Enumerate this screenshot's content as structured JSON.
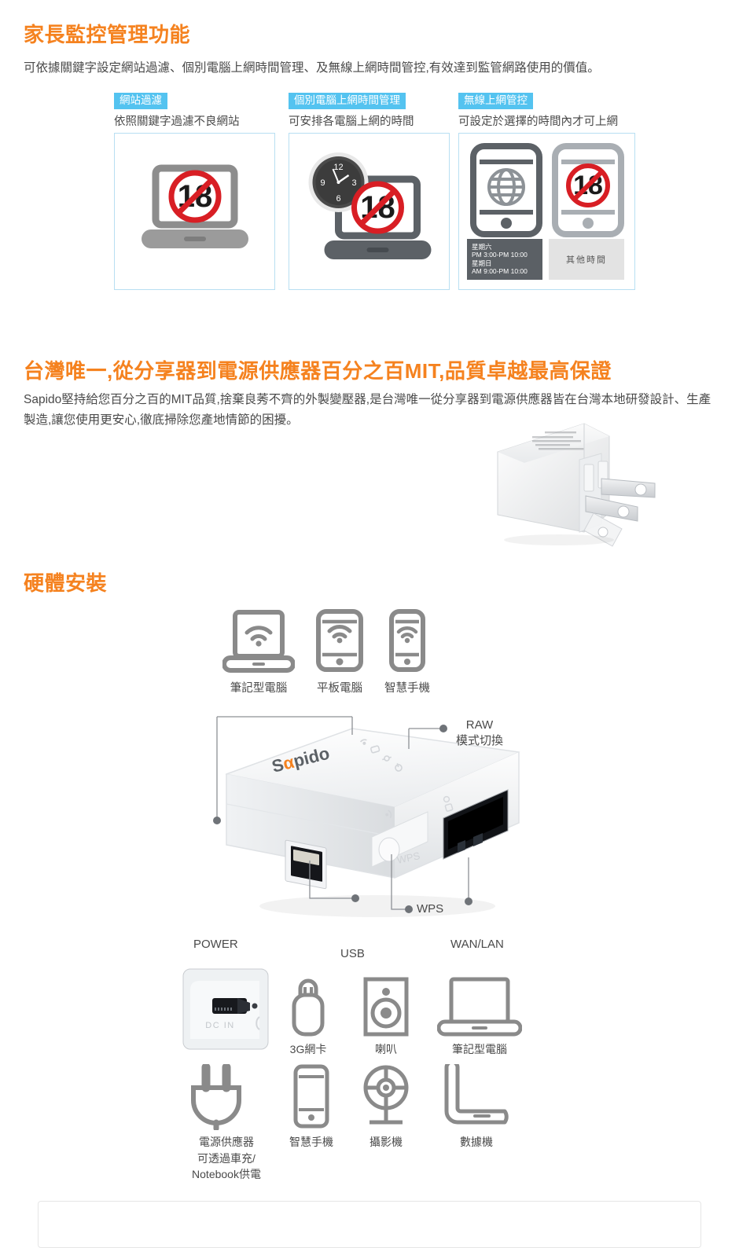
{
  "parental": {
    "title": "家長監控管理功能",
    "lead": "可依據關鍵字設定網站過濾、個別電腦上網時間管理、及無線上網時間管控,有效達到監管網路使用的價值。",
    "badge_color": "#54C3F0",
    "panels": [
      {
        "badge": "網站過濾",
        "caption": "依照關鍵字過濾不良網站",
        "icon": "laptop-blocked-18-icon"
      },
      {
        "badge": "個別電腦上網時間管理",
        "caption": "可安排各電腦上網的時間",
        "icon": "clock-laptop-blocked-18-icon"
      },
      {
        "badge": "無線上網管控",
        "caption": "可設定於選擇的時間內才可上網",
        "icon": "tablet-globe-and-tablet-blocked-icon"
      }
    ],
    "schedule": {
      "allowed": [
        "星期六",
        "PM 3:00-PM 10:00",
        "星期日",
        "AM 9:00-PM 10:00"
      ],
      "blocked_label": "其他時間"
    }
  },
  "mit": {
    "title": "台灣唯一,從分享器到電源供應器百分之百MIT,品質卓越最高保證",
    "lead": "Sapido堅持給您百分之百的MIT品質,捨棄良莠不齊的外製變壓器,是台灣唯一從分享器到電源供應器皆在台灣本地研發設計、生產製造,讓您使用更安心,徹底掃除您產地情節的困擾。",
    "image": "white-power-adapter-photo"
  },
  "hardware": {
    "title": "硬體安裝",
    "accent_color": "#F5821F",
    "clients": [
      {
        "label": "筆記型電腦",
        "icon": "laptop-wifi-icon"
      },
      {
        "label": "平板電腦",
        "icon": "tablet-wifi-icon"
      },
      {
        "label": "智慧手機",
        "icon": "smartphone-wifi-icon"
      }
    ],
    "router": {
      "brand": "Sapido",
      "wps_print": "WPS",
      "callouts": [
        {
          "label": "POWER"
        },
        {
          "label": "USB"
        },
        {
          "label": "WPS"
        },
        {
          "label": "WAN/LAN"
        },
        {
          "label": "RAW\n模式切換",
          "line1": "RAW",
          "line2": "模式切換"
        }
      ]
    },
    "accessories": [
      {
        "label": "",
        "icon": "dc-in-port-photo",
        "sublabel": ""
      },
      {
        "label": "3G網卡",
        "icon": "usb-dongle-icon"
      },
      {
        "label": "喇叭",
        "icon": "speaker-icon"
      },
      {
        "label": "筆記型電腦",
        "icon": "laptop-icon"
      },
      {
        "label": "電源供應器",
        "sublabel": "可透過車充/\nNotebook供電",
        "sub1": "可透過車充/",
        "sub2": "Notebook供電",
        "icon": "power-plug-icon"
      },
      {
        "label": "智慧手機",
        "icon": "smartphone-icon"
      },
      {
        "label": "攝影機",
        "icon": "ip-camera-icon"
      },
      {
        "label": "數據機",
        "icon": "modem-icon"
      }
    ]
  }
}
